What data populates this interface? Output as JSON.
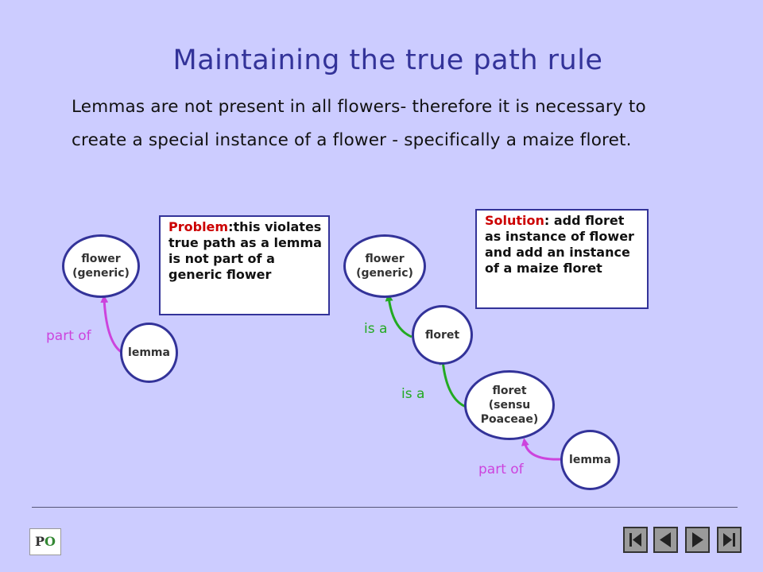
{
  "slide": {
    "title": "Maintaining the true path rule",
    "intro_line1": "Lemmas are not present in all flowers- therefore it is necessary to",
    "intro_line2": "create a special instance of a flower - specifically a maize floret."
  },
  "left_diagram": {
    "flower_line1": "flower",
    "flower_line2": "(generic)",
    "lemma": "lemma",
    "relation": "part of",
    "problem_keyword": "Problem",
    "problem_colon": ":",
    "problem_text": "this violates true path as a lemma is not part of a generic flower"
  },
  "right_diagram": {
    "flower_line1": "flower",
    "flower_line2": "(generic)",
    "floret": "floret",
    "floret_sensu_line1": "floret",
    "floret_sensu_line2": "(sensu",
    "floret_sensu_line3": "Poaceae)",
    "lemma": "lemma",
    "relation_isa_1": "is a",
    "relation_isa_2": "is a",
    "relation_part": "part of",
    "solution_keyword": "Solution",
    "solution_colon": ":",
    "solution_text": " add floret as instance of flower and add an instance of  a maize floret"
  },
  "footer": {
    "logo_text": "PO",
    "nav": [
      "first-slide",
      "previous-slide",
      "next-slide",
      "last-slide"
    ]
  },
  "colors": {
    "background": "#ccccff",
    "title": "#333399",
    "node_border": "#333399",
    "part_of": "#cc44dd",
    "is_a": "#22aa22",
    "keyword": "#cc0000"
  }
}
